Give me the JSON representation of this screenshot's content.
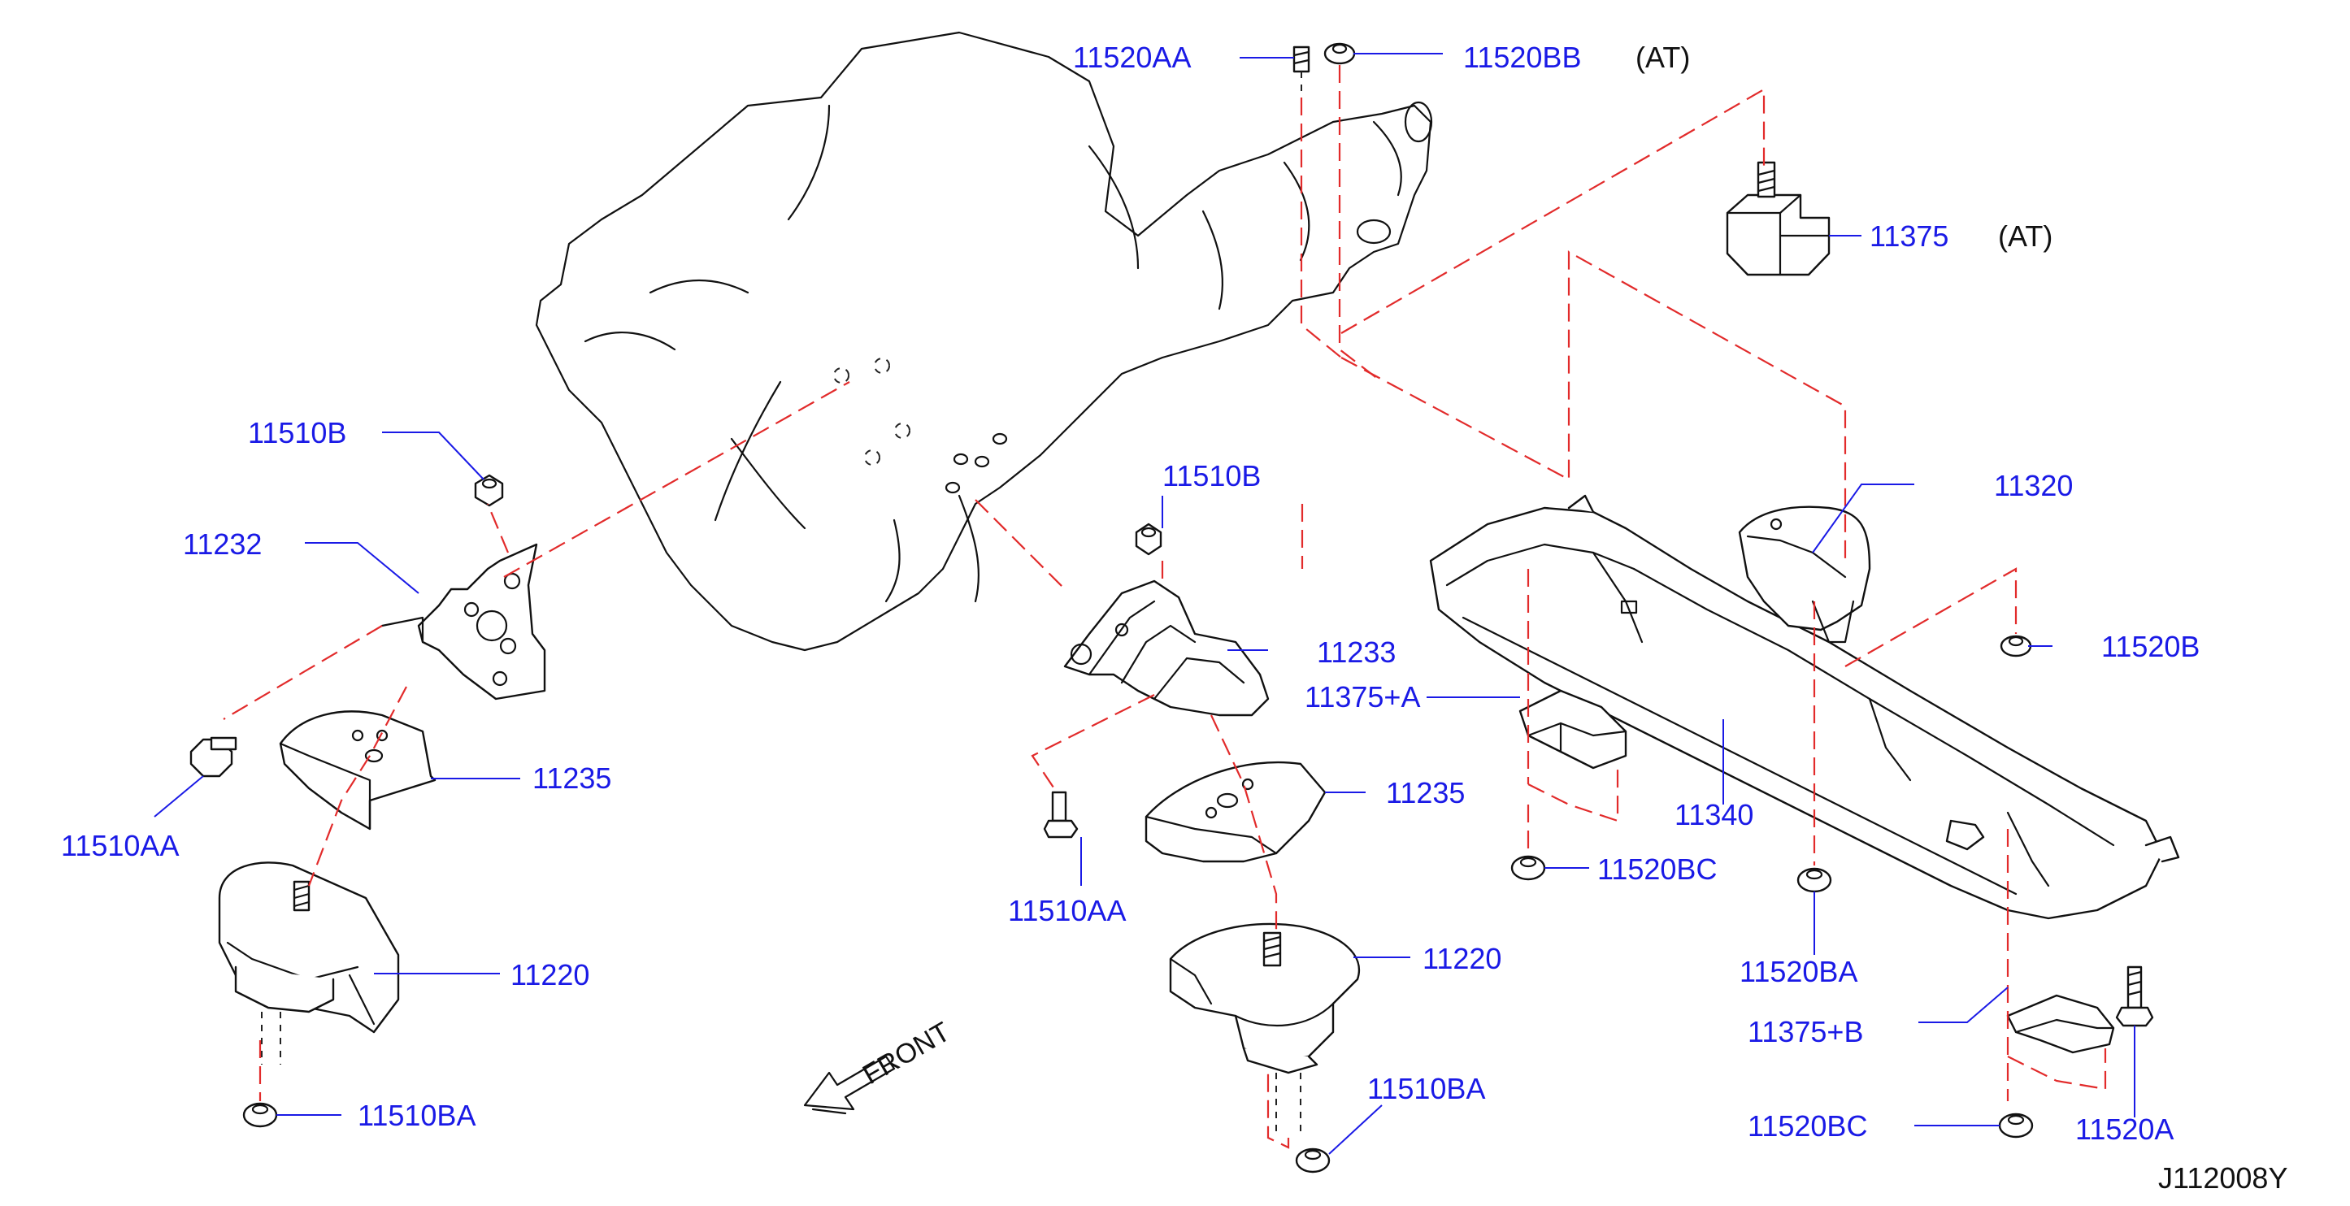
{
  "labels": {
    "p11520AA": "11520AA",
    "p11520BB": "11520BB",
    "at_top": "(AT)",
    "p11375": "11375",
    "at_mid": "(AT)",
    "p11510B_left": "11510B",
    "p11232": "11232",
    "p11510B_mid": "11510B",
    "p11233": "11233",
    "p11375A": "11375+A",
    "p11320": "11320",
    "p11520B": "11520B",
    "p11235_left": "11235",
    "p11235_mid": "11235",
    "p11340": "11340",
    "p11510AA_left": "11510AA",
    "p11510AA_mid": "11510AA",
    "p11520BC_top": "11520BC",
    "p11520BA": "11520BA",
    "p11220_left": "11220",
    "p11220_mid": "11220",
    "p11375B": "11375+B",
    "p11510BA_left": "11510BA",
    "p11510BA_mid": "11510BA",
    "p11520BC_bottom": "11520BC",
    "p11520A": "11520A",
    "front": "FRONT",
    "ref_code": "J112008Y"
  },
  "colors": {
    "label": "#1a1ae6",
    "leader": "#1a1ae6",
    "assembly_dash": "#e22b2b",
    "outline": "#111111"
  }
}
